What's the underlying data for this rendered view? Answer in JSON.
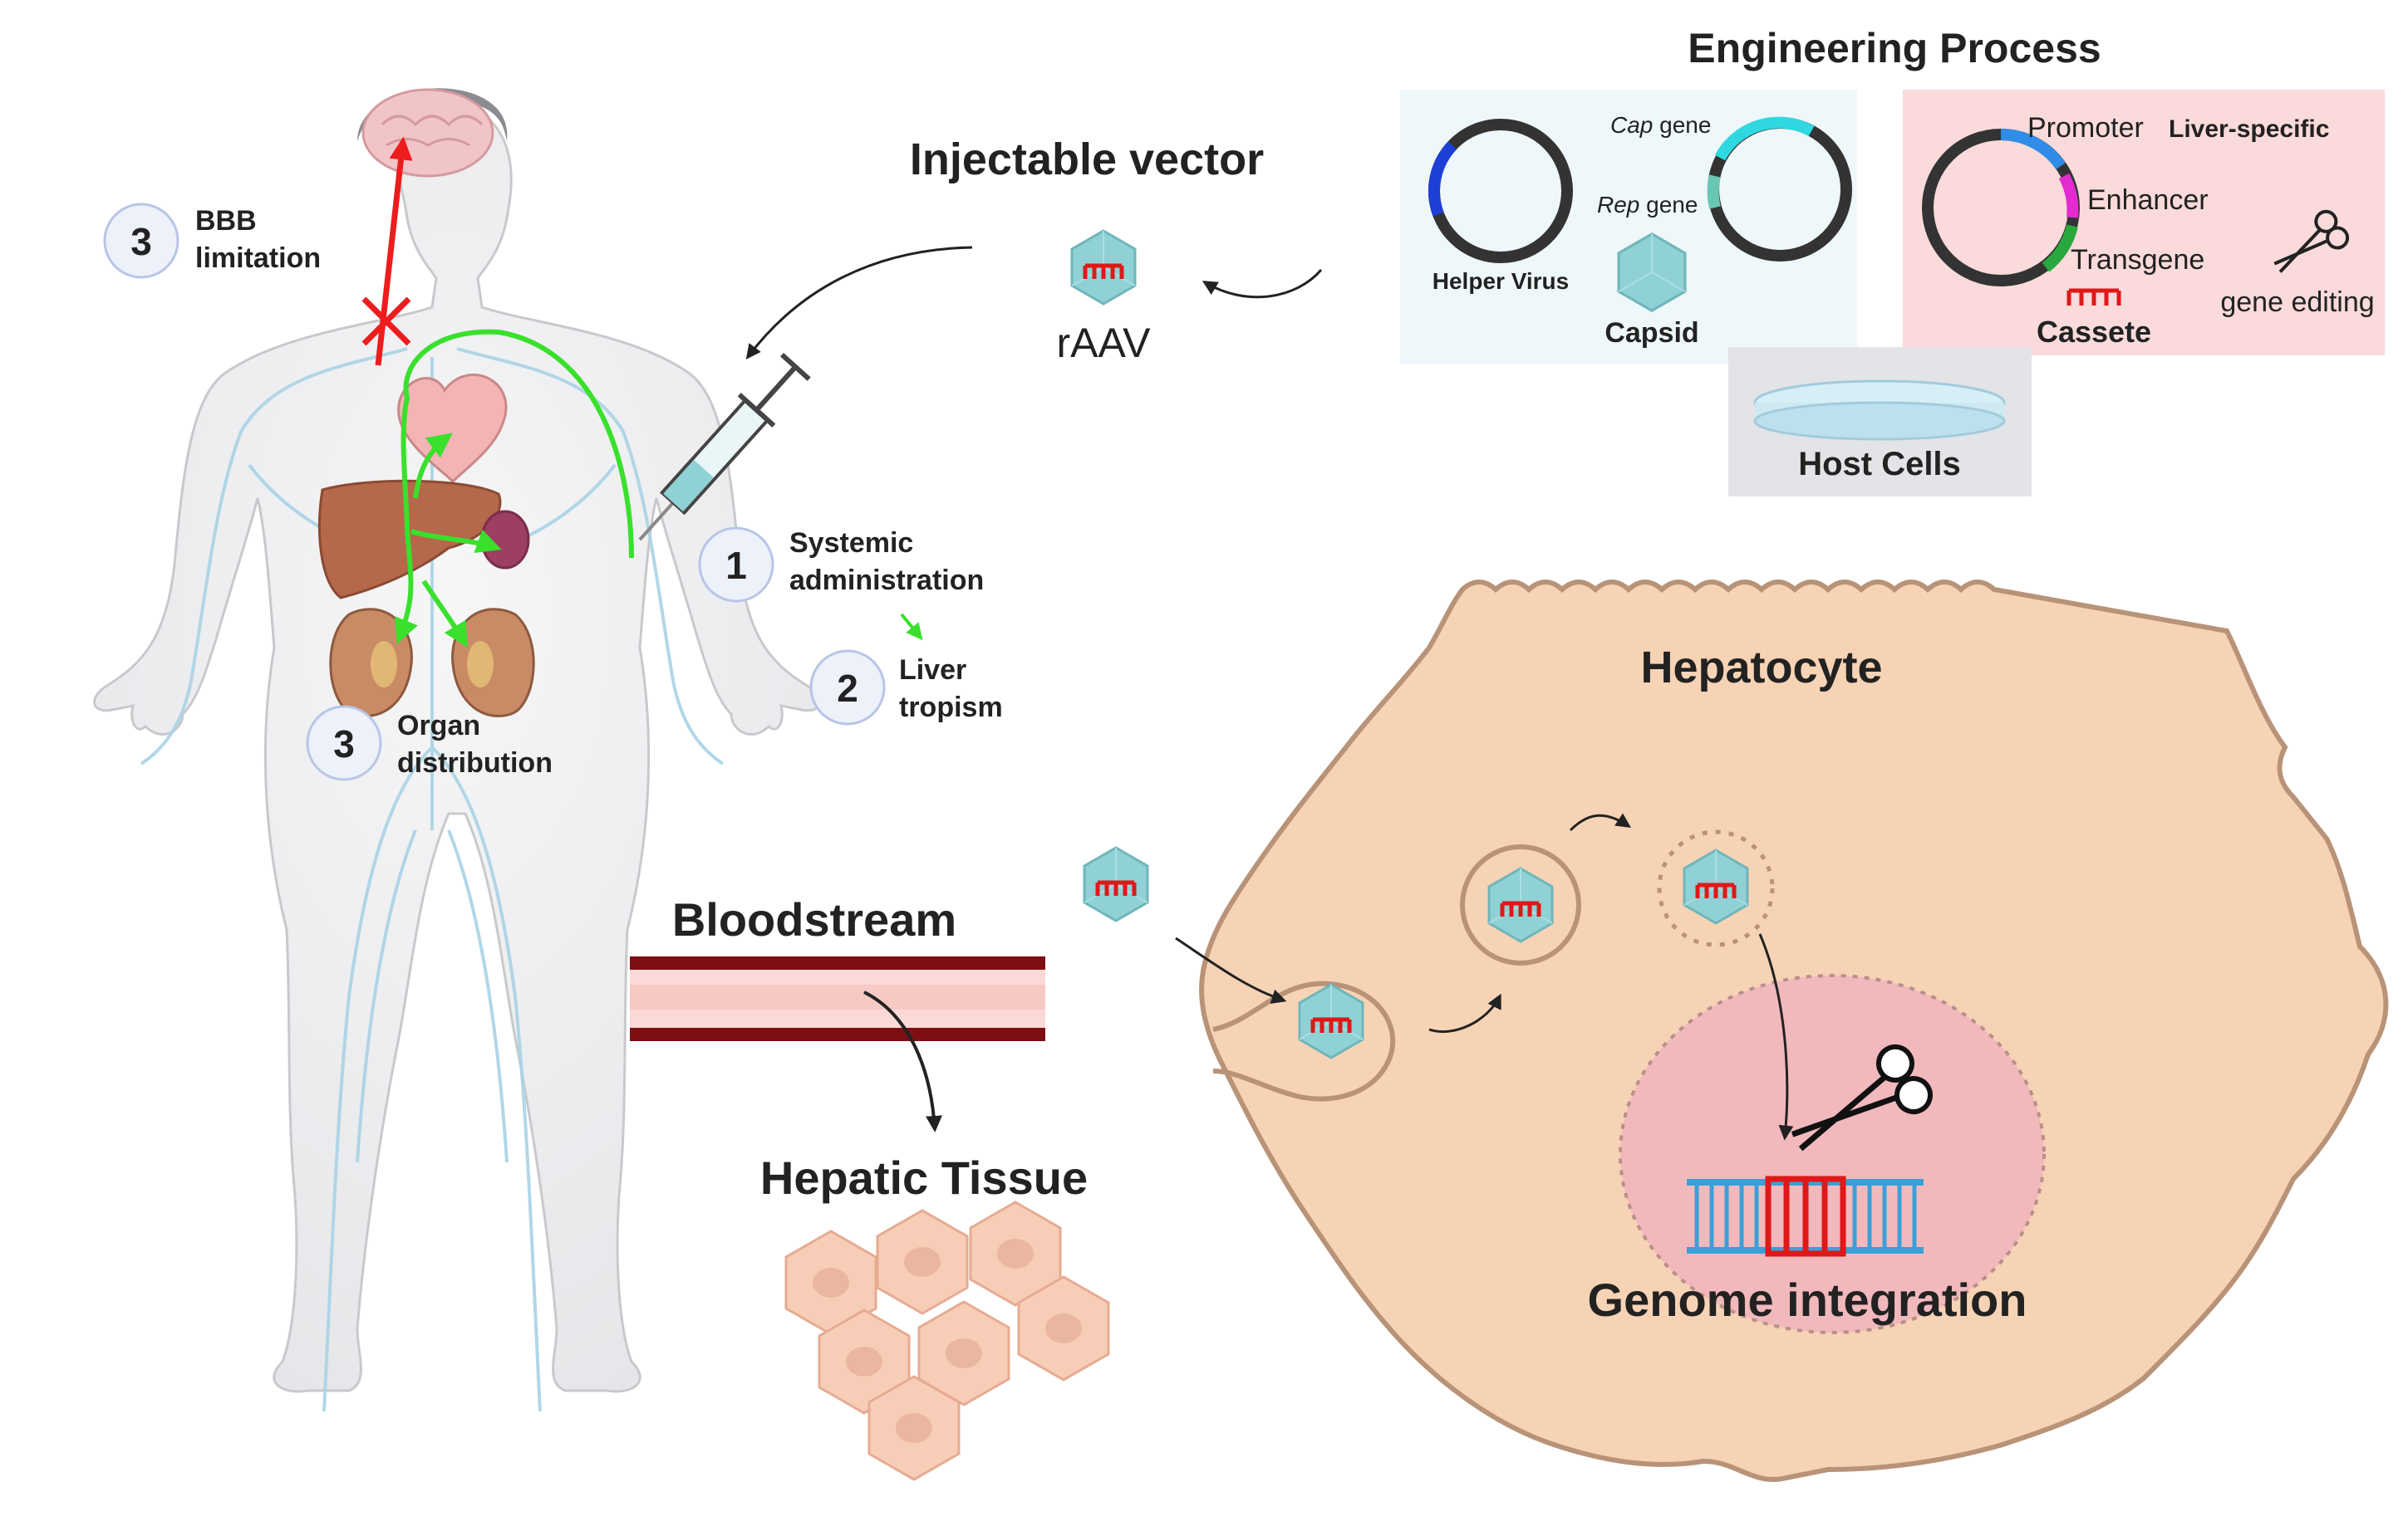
{
  "engineering": {
    "title": "Engineering Process",
    "helper_virus": "Helper Virus",
    "cap_gene_italic": "Cap",
    "cap_gene_suffix": " gene",
    "rep_gene_italic": "Rep",
    "rep_gene_suffix": " gene",
    "capsid": "Capsid",
    "promoter": "Promoter",
    "liver_specific": "Liver-specific",
    "enhancer": "Enhancer",
    "transgene": "Transgene",
    "cassette": "Cassete",
    "gene_editing": "gene editing",
    "host_cells": "Host Cells"
  },
  "vector": {
    "title": "Injectable vector",
    "name": "rAAV"
  },
  "steps": {
    "s1_num": "1",
    "s1_line1": "Systemic",
    "s1_line2": "administration",
    "s2_num": "2",
    "s2_line1": "Liver",
    "s2_line2": "tropism",
    "s3a_num": "3",
    "s3a_line1": "Organ",
    "s3a_line2": "distribution",
    "s3b_num": "3",
    "s3b_line1": "BBB",
    "s3b_line2": "limitation"
  },
  "tissue": {
    "bloodstream": "Bloodstream",
    "hepatic": "Hepatic Tissue",
    "hepatocyte": "Hepatocyte",
    "genome": "Genome integration"
  },
  "colors": {
    "vector_teal": "#8fd1d5",
    "cassette_red": "#e01818",
    "cell_fill": "#f7d3b5",
    "cell_stroke": "#b89378",
    "nucleus": "#f2b9bd",
    "engineering_blue_bg": "#eef7f9",
    "engineering_pink_bg": "#fadada",
    "tropism_green": "#39e02c",
    "bbb_red": "#ee1d1d"
  }
}
